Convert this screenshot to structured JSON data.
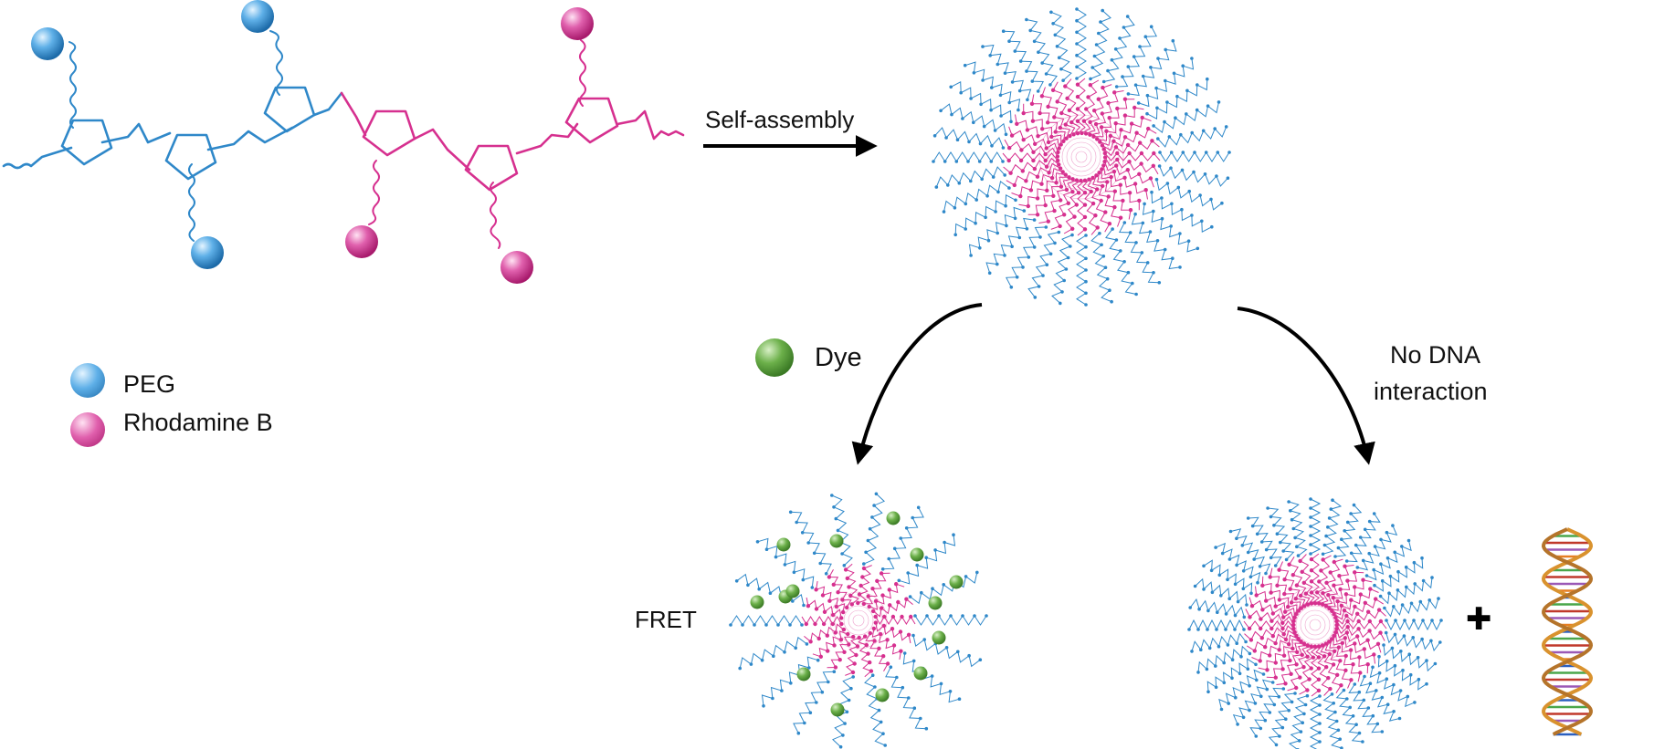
{
  "figure": {
    "self_assembly_label": "Self-assembly",
    "dye_label": "Dye",
    "no_dna_label_line1": "No DNA",
    "no_dna_label_line2": "interaction",
    "fret_label": "FRET",
    "plus_symbol": "✚"
  },
  "legend": {
    "items": [
      {
        "label": "PEG",
        "color": "#2f88c9"
      },
      {
        "label": "Rhodamine B",
        "color": "#d6308f"
      }
    ]
  },
  "colors": {
    "peg_blue": "#2f88c9",
    "rhodamine_pink": "#d6308f",
    "dye_green": "#5aa83a",
    "arrow_black": "#000000",
    "dna_orange": "#d9922e"
  }
}
